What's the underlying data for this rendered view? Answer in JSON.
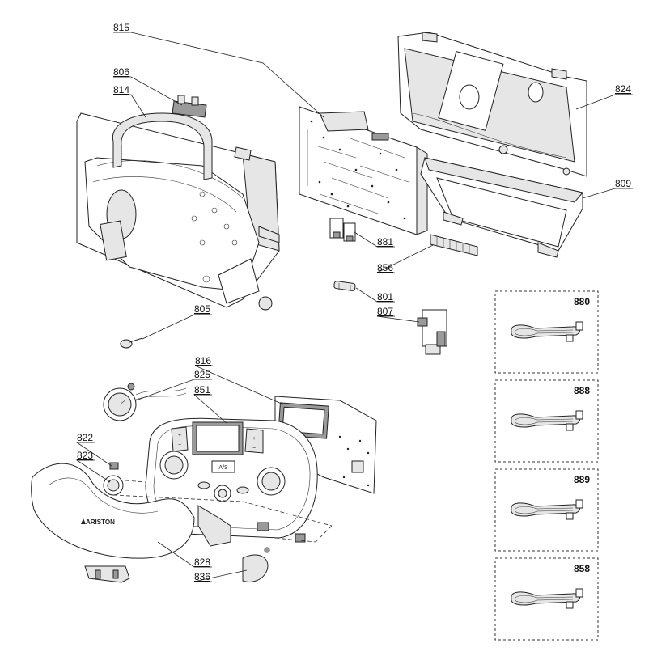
{
  "callouts": {
    "c815": "815",
    "c806": "806",
    "c814": "814",
    "c824": "824",
    "c809": "809",
    "c881": "881",
    "c856": "856",
    "c801": "801",
    "c807": "807",
    "c805": "805",
    "c816": "816",
    "c825": "825",
    "c851": "851",
    "c822": "822",
    "c823": "823",
    "c828": "828",
    "c836": "836"
  },
  "kits": [
    "880",
    "888",
    "889",
    "858"
  ],
  "panel": {
    "brand": "ARISTON",
    "mode_label": "A/S"
  }
}
